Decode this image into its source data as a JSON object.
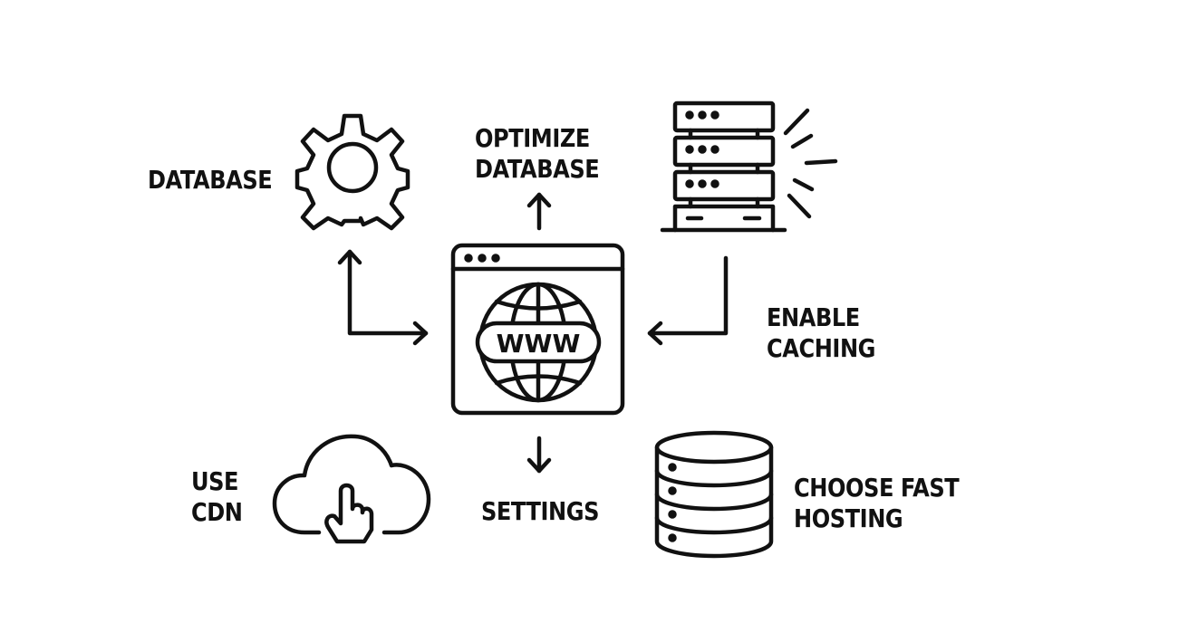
{
  "diagram": {
    "title": "",
    "center": {
      "icon": "browser-www-icon",
      "text": "WWW"
    },
    "nodes": [
      {
        "id": "database",
        "label": "DATABASE",
        "icon": "gear-icon"
      },
      {
        "id": "optimize",
        "label_lines": [
          "OPTIMIZE",
          "DATABASE"
        ],
        "icon": "arrow-up-icon"
      },
      {
        "id": "caching",
        "label_lines": [
          "ENABLE",
          "CACHING"
        ],
        "icon": "server-rack-icon"
      },
      {
        "id": "cdn",
        "label_lines": [
          "USE",
          "CDN"
        ],
        "icon": "cloud-click-icon"
      },
      {
        "id": "settings",
        "label": "SETTINGS",
        "icon": "arrow-down-icon"
      },
      {
        "id": "hosting",
        "label_lines": [
          "CHOOSE FAST",
          "HOSTING"
        ],
        "icon": "database-cylinder-icon"
      }
    ],
    "colors": {
      "stroke": "#111111",
      "background": "#ffffff"
    }
  }
}
